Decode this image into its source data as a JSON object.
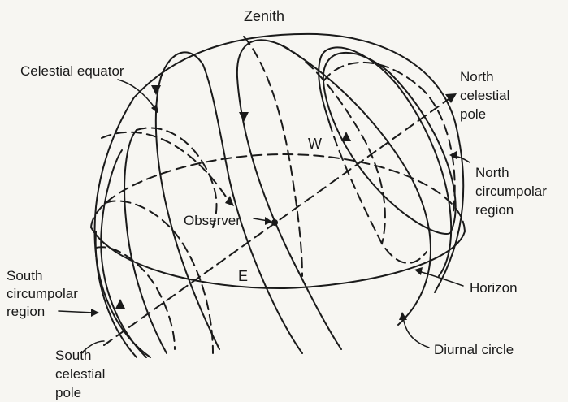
{
  "labels": {
    "zenith": "Zenith",
    "celestial_equator": "Celestial equator",
    "north_pole_1": "North",
    "north_pole_2": "celestial",
    "north_pole_3": "pole",
    "north_region_1": "North",
    "north_region_2": "circumpolar",
    "north_region_3": "region",
    "west": "W",
    "observer": "Observer",
    "east": "E",
    "horizon": "Horizon",
    "diurnal_circle": "Diurnal circle",
    "south_region_1": "South",
    "south_region_2": "circumpolar",
    "south_region_3": "region",
    "south_pole_1": "South",
    "south_pole_2": "celestial",
    "south_pole_3": "pole"
  },
  "colors": {
    "ink": "#1a1a1a",
    "paper": "#f7f6f2"
  }
}
